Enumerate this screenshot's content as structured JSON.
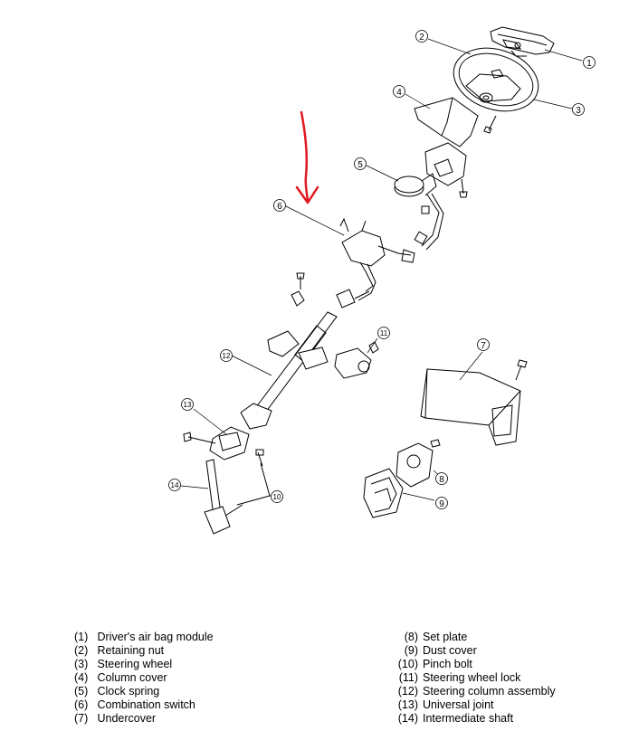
{
  "callouts": {
    "n1": "1",
    "n2": "2",
    "n3": "3",
    "n4": "4",
    "n5": "5",
    "n6": "6",
    "n7": "7",
    "n8": "8",
    "n9": "9",
    "n10": "10",
    "n11": "11",
    "n12": "12",
    "n13": "13",
    "n14": "14"
  },
  "legend": {
    "left": [
      {
        "num": "(1)",
        "label": "Driver's air bag module"
      },
      {
        "num": "(2)",
        "label": "Retaining nut"
      },
      {
        "num": "(3)",
        "label": "Steering wheel"
      },
      {
        "num": "(4)",
        "label": "Column cover"
      },
      {
        "num": "(5)",
        "label": "Clock spring"
      },
      {
        "num": "(6)",
        "label": "Combination switch"
      },
      {
        "num": "(7)",
        "label": "Undercover"
      }
    ],
    "right": [
      {
        "num": "(8)",
        "label": "Set plate"
      },
      {
        "num": "(9)",
        "label": "Dust cover"
      },
      {
        "num": "(10)",
        "label": "Pinch bolt"
      },
      {
        "num": "(11)",
        "label": "Steering wheel lock"
      },
      {
        "num": "(12)",
        "label": "Steering column assembly"
      },
      {
        "num": "(13)",
        "label": "Universal joint"
      },
      {
        "num": "(14)",
        "label": "Intermediate shaft"
      }
    ]
  },
  "colors": {
    "line": "#000000",
    "annotation_arrow": "#e0191f"
  }
}
